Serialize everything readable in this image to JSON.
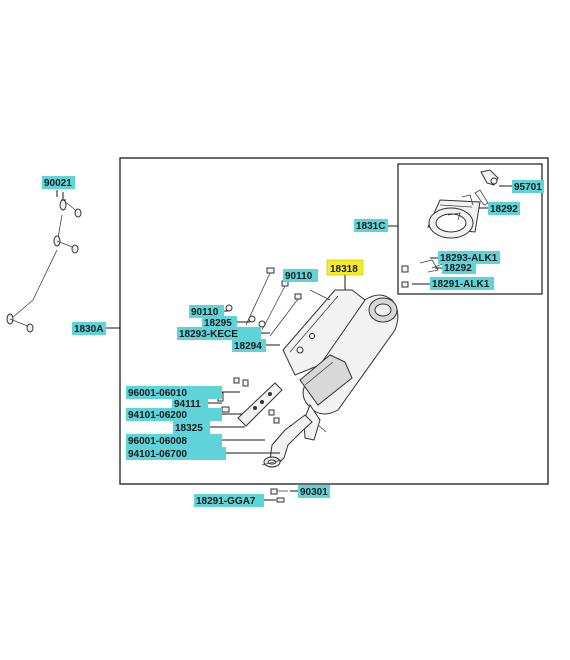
{
  "colors": {
    "highlight_cyan": "#5ed4d8",
    "highlight_yellow": "#f3ec2a",
    "line": "#1a1a1a",
    "background": "#ffffff"
  },
  "labels": {
    "p90021": "90021",
    "p1830A": "1830A",
    "p1831C": "1831C",
    "p95701": "95701",
    "p18292_top": "18292",
    "p18293_ALK1": "18293-ALK1",
    "p18292_mid": "18292",
    "p18291_ALK1": "18291-ALK1",
    "p18318": "18318",
    "p90110_right": "90110",
    "p90110_left": "90110",
    "p18295": "18295",
    "p18293_KECE": "18293-KECE",
    "p18294": "18294",
    "p96001_06010": "96001-06010",
    "p94111": "94111",
    "p94101_06200": "94101-06200",
    "p18325": "18325",
    "p96001_06008": "96001-06008",
    "p94101_06700": "94101-06700",
    "p90301": "90301",
    "p18291_GGA7": "18291-GGA7"
  }
}
